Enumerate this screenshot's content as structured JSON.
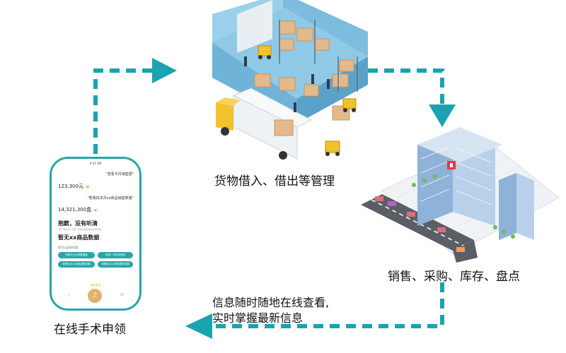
{
  "captions": {
    "warehouse": "货物借入、借出等管理",
    "office": "销售、采购、库存、盘点",
    "phone": "在线手术申领",
    "info_line1": "信息随时随地在线查看,",
    "info_line2": "实时掌握最新信息"
  },
  "phone": {
    "status_time": "9:41 AM",
    "query1": "\"查看今日销售额\"",
    "answer1": "123,300元",
    "query2": "\"帮我找本月xx商品销售数量\"",
    "answer2": "14,321,300盒",
    "sorry_title": "抱歉，没有听清",
    "sorry_sub": "\"查不到你对于该名\" 请你对这篇单说换问问题",
    "no_data": "暂无xx商品数据",
    "hint": "你可以这样问我",
    "chips": [
      "查看今日分析数据量",
      "查找一月份快速查",
      "查看本月xx商品销售总额",
      "查看本月xx药和销售总额"
    ],
    "bottom_hint": "松开说话"
  },
  "colors": {
    "accent": "#1aa3b0",
    "phone_border": "#2aa5a8"
  }
}
